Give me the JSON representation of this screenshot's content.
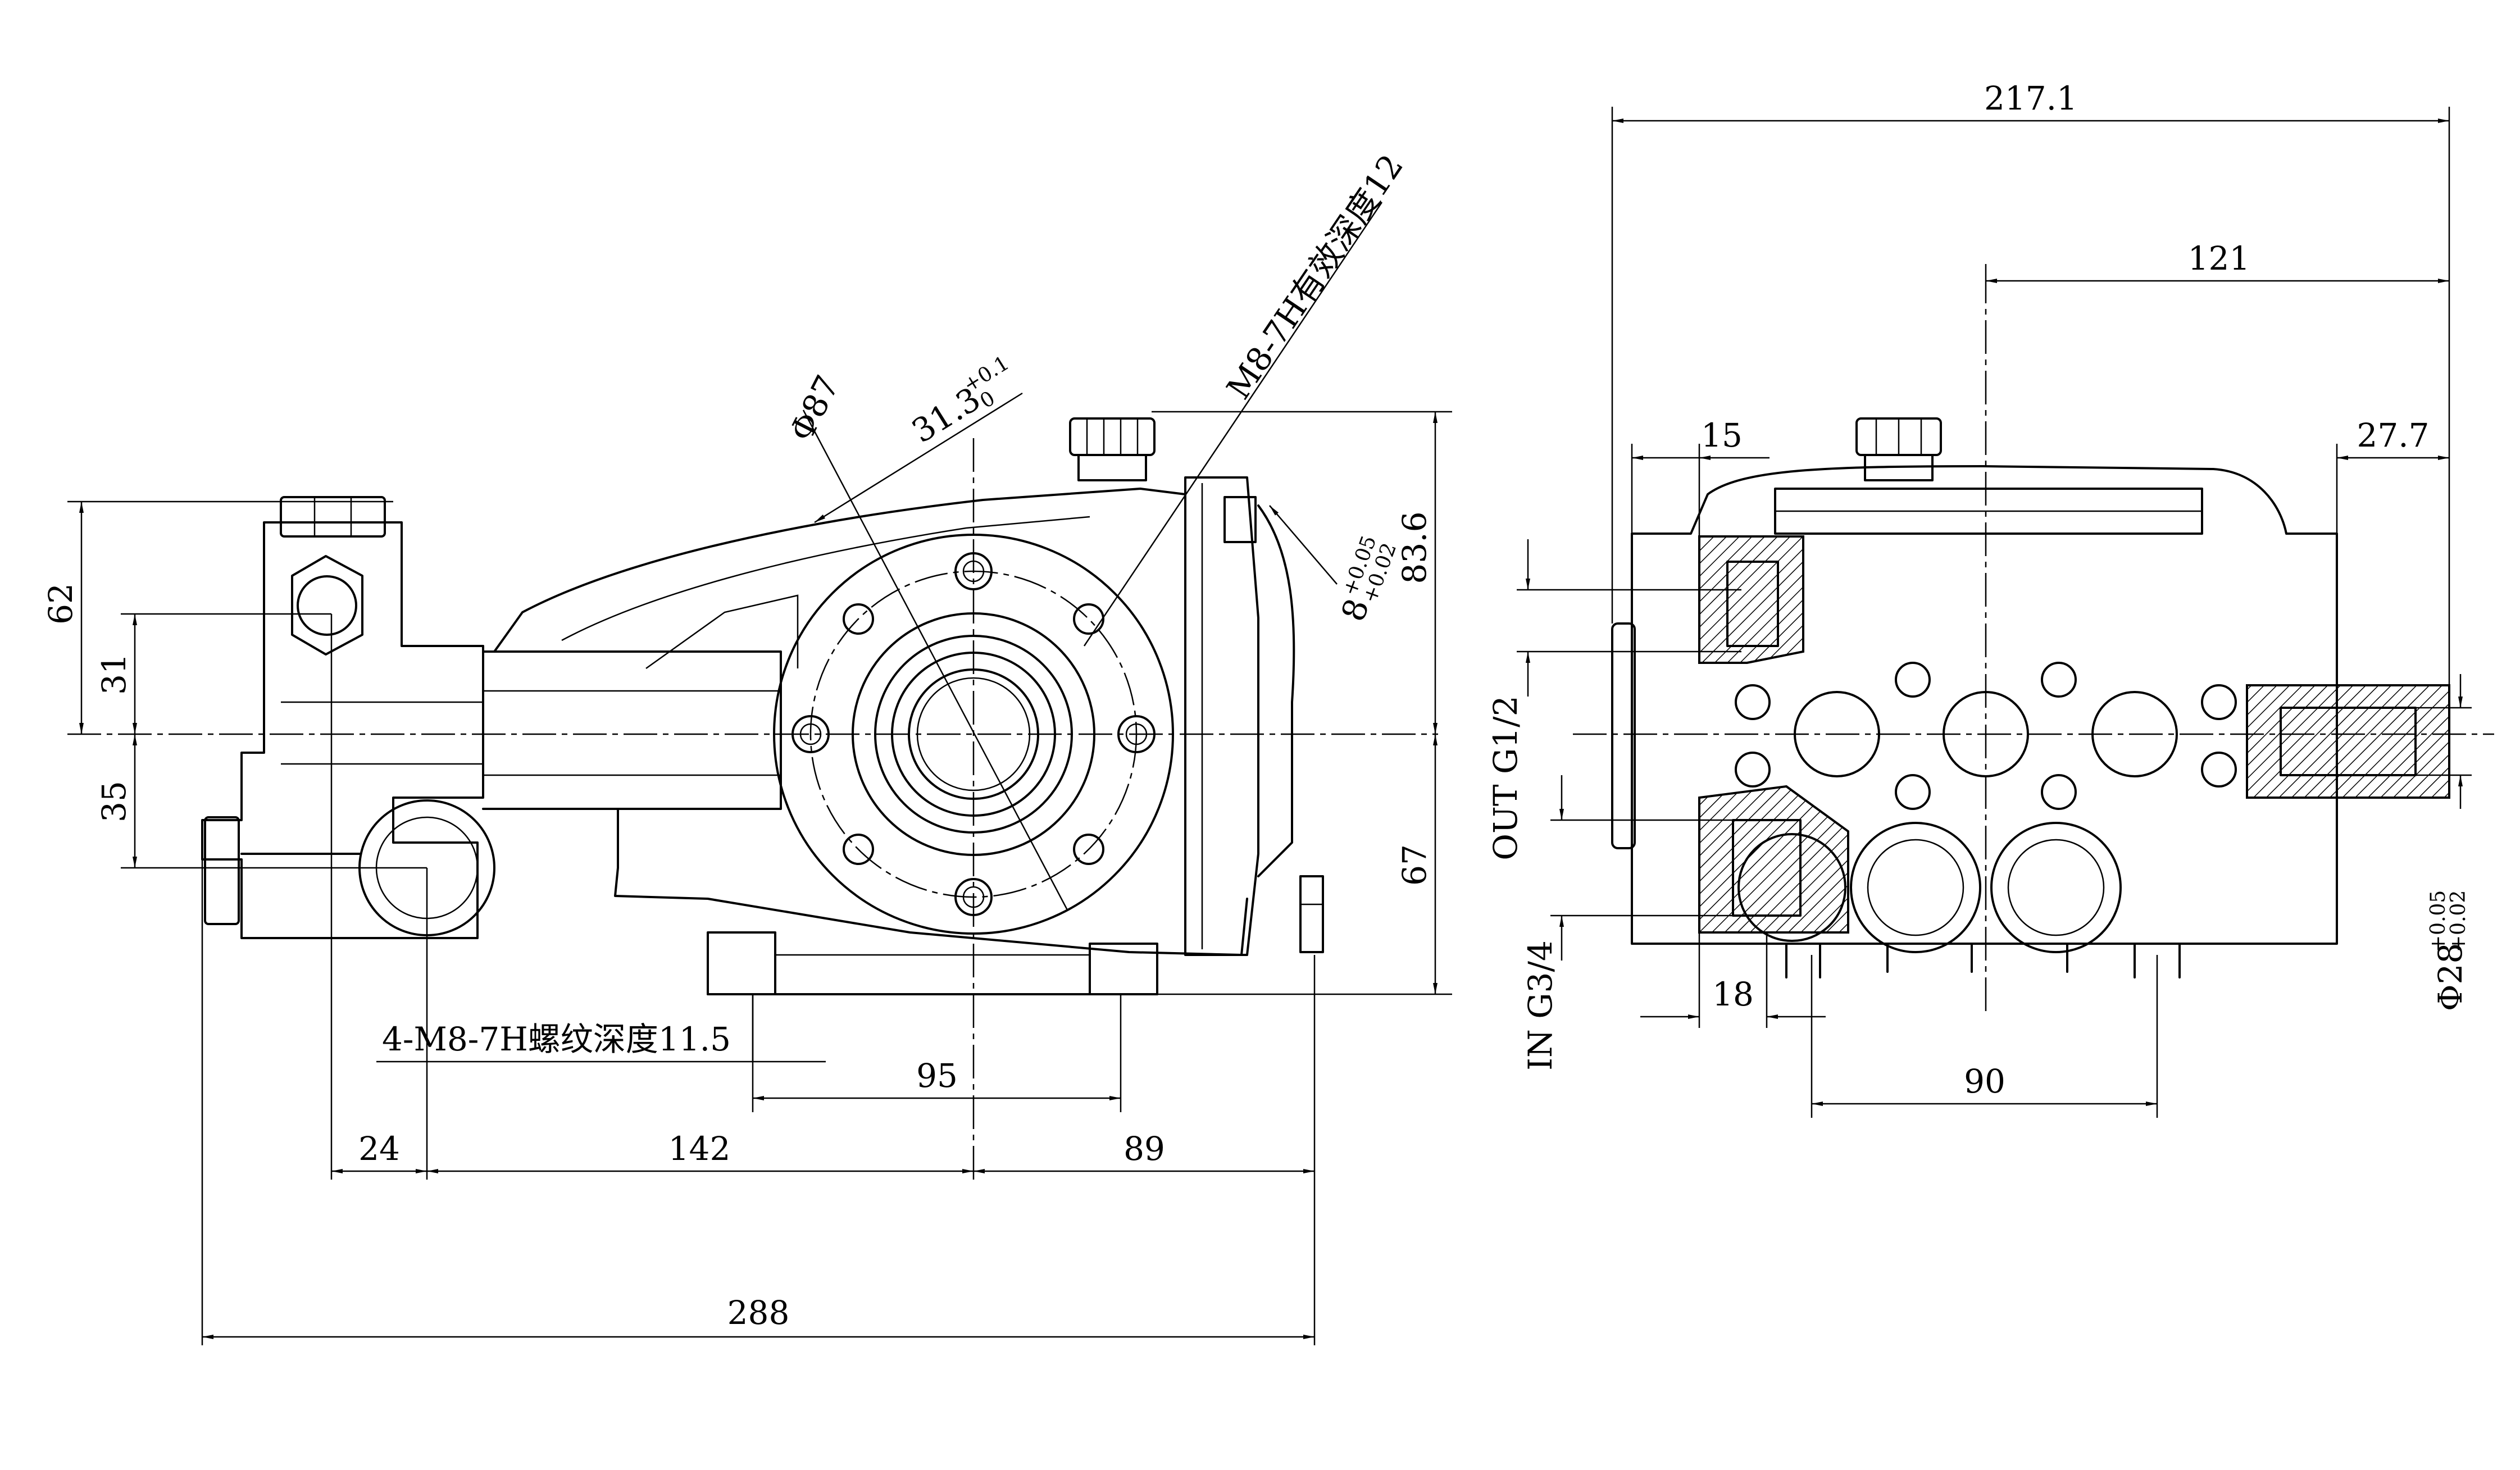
{
  "dimensions": {
    "d_217_1": "217.1",
    "d_121": "121",
    "d_15": "15",
    "d_27_7": "27.7",
    "d_83_6": "83.6",
    "d_67": "67",
    "d_62": "62",
    "d_31": "31",
    "d_35": "35",
    "d_95": "95",
    "d_24": "24",
    "d_142": "142",
    "d_89": "89",
    "d_288": "288",
    "d_18": "18",
    "d_90": "90",
    "d_phi87": "Φ87",
    "d_31_3": "31.3",
    "d_31_3_upper": "+0.1",
    "d_31_3_lower": "0",
    "d_8": "8",
    "d_8_upper": "+0.05",
    "d_8_lower": "+0.02",
    "d_phi28": "Φ28",
    "d_phi28_upper": "+0.05",
    "d_phi28_lower": "+0.02"
  },
  "notes": {
    "thread_m8_depth12": "M8-7H有效深度12",
    "thread_4m8_depth11_5": "4-M8-7H螺纹深度11.5",
    "out_port": "OUT G1/2",
    "in_port": "IN G3/4"
  }
}
